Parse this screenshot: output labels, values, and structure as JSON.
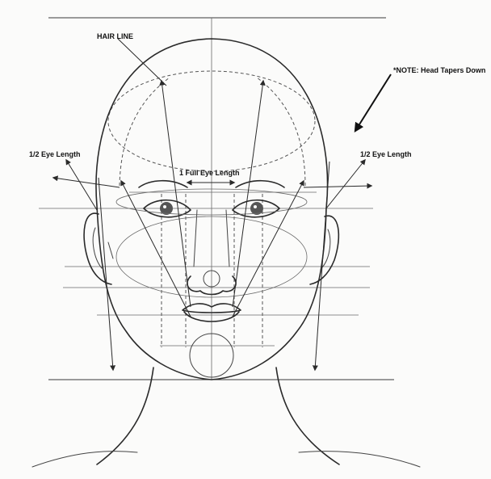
{
  "labels": {
    "hair_line": "HAIR LINE",
    "note": "*NOTE:  Head Tapers Down",
    "half_eye_left": "1/2 Eye Length",
    "half_eye_right": "1/2 Eye Length",
    "full_eye": "1 Full Eye Length"
  },
  "colors": {
    "paper": "#fbfbfa",
    "pencil": "#2a2a2a"
  }
}
